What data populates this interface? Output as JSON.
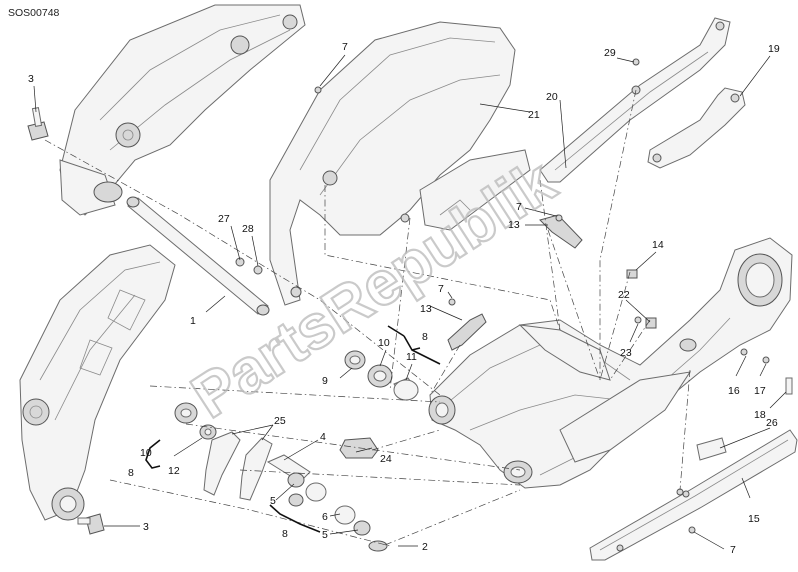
{
  "diagram": {
    "code": "SOS00748",
    "watermark": "PartsRepublik",
    "callouts": {
      "c1": "1",
      "c2": "2",
      "c3a": "3",
      "c3b": "3",
      "c4": "4",
      "c5a": "5",
      "c5b": "5",
      "c6": "6",
      "c7a": "7",
      "c7b": "7",
      "c7c": "7",
      "c7d": "7",
      "c8a": "8",
      "c8b": "8",
      "c8c": "8",
      "c9": "9",
      "c10a": "10",
      "c10b": "10",
      "c11": "11",
      "c12": "12",
      "c13a": "13",
      "c13b": "13",
      "c14": "14",
      "c15": "15",
      "c16": "16",
      "c17": "17",
      "c18": "18",
      "c19": "19",
      "c20": "20",
      "c21": "21",
      "c22": "22",
      "c23": "23",
      "c24": "24",
      "c25": "25",
      "c26": "26",
      "c27": "27",
      "c28": "28",
      "c29": "29"
    }
  }
}
